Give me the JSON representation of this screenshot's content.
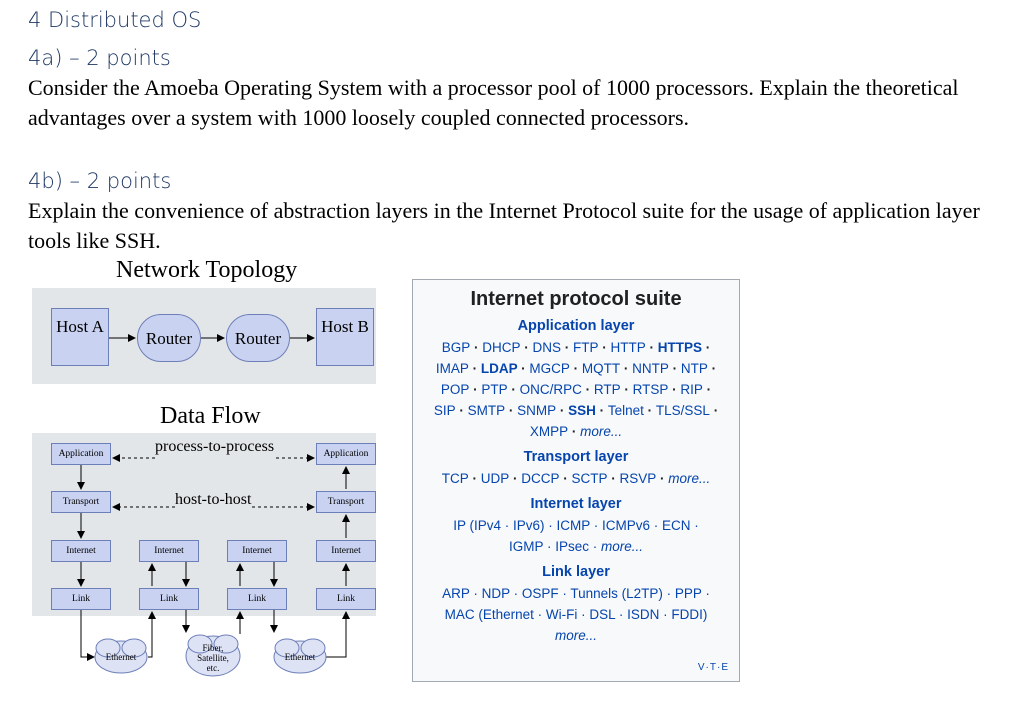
{
  "section_heading": "4 Distributed OS",
  "q4a": {
    "label": "4a) – 2 points",
    "text": "Consider the Amoeba Operating System with a processor pool of 1000 processors. Explain the theoretical advantages over a system with 1000 loosely coupled connected processors."
  },
  "q4b": {
    "label": "4b) – 2 points",
    "text": "Explain the convenience of abstraction layers in the Internet Protocol suite for the usage of application layer tools like SSH."
  },
  "diagram": {
    "topology_title": "Network Topology",
    "host_a": "Host A",
    "router1": "Router",
    "router2": "Router",
    "host_b": "Host B",
    "flow_title": "Data Flow",
    "process_label": "process-to-process",
    "host_label": "host-to-host",
    "application": "Application",
    "transport": "Transport",
    "internet": "Internet",
    "link": "Link",
    "ethernet": "Ethernet",
    "fiber": "Fiber, Satellite, etc."
  },
  "ips": {
    "title": "Internet protocol suite",
    "application_title": "Application layer",
    "transport_title": "Transport layer",
    "internet_title": "Internet layer",
    "link_title": "Link layer",
    "more": "more...",
    "vte": "V·T·E",
    "application_items": [
      "BGP",
      "DHCP",
      "DNS",
      "FTP",
      "HTTP",
      "HTTPS",
      "IMAP",
      "LDAP",
      "MGCP",
      "MQTT",
      "NNTP",
      "NTP",
      "POP",
      "PTP",
      "ONC/RPC",
      "RTP",
      "RTSP",
      "RIP",
      "SIP",
      "SMTP",
      "SNMP",
      "SSH",
      "Telnet",
      "TLS/SSL",
      "XMPP"
    ],
    "transport_items": [
      "TCP",
      "UDP",
      "DCCP",
      "SCTP",
      "RSVP"
    ],
    "internet_line1": "IP (IPv4 · IPv6) · ICMP · ICMPv6 · ECN ·",
    "internet_line2": "IGMP · IPsec ·",
    "link_line1": "ARP · NDP · OSPF · Tunnels (L2TP) · PPP ·",
    "link_line2": "MAC (Ethernet · Wi-Fi · DSL · ISDN · FDDI)"
  }
}
